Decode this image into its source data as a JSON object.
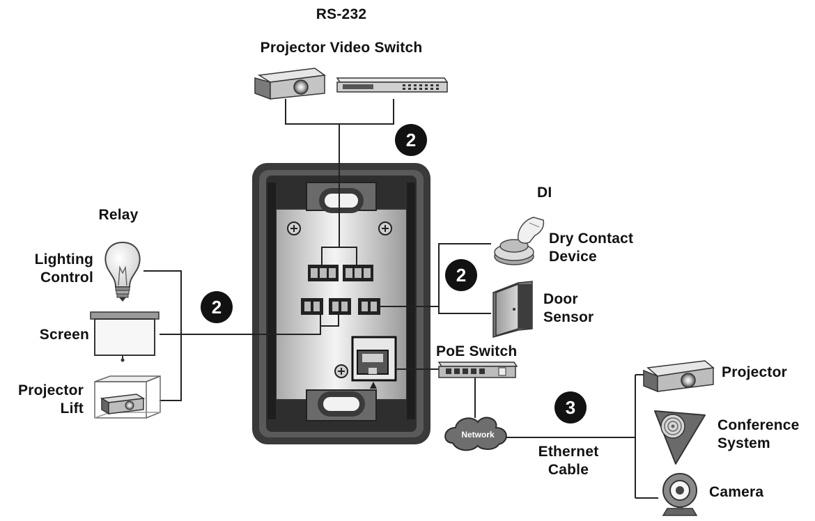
{
  "labels": {
    "rs232": "RS-232",
    "projector_video_switch": "Projector Video Switch",
    "relay": "Relay",
    "lighting_control": [
      "Lighting",
      "Control"
    ],
    "screen": "Screen",
    "projector_lift": [
      "Projector",
      "Lift"
    ],
    "di": "DI",
    "dry_contact_device": [
      "Dry Contact",
      "Device"
    ],
    "door_sensor": [
      "Door",
      "Sensor"
    ],
    "poe_switch": "PoE Switch",
    "network": "Network",
    "ethernet_cable": [
      "Ethernet",
      "Cable"
    ],
    "projector": "Projector",
    "conference_system": [
      "Conference",
      "System"
    ],
    "camera": "Camera"
  },
  "badges": {
    "rs232": "2",
    "relay": "2",
    "di": "2",
    "ethernet": "3"
  }
}
